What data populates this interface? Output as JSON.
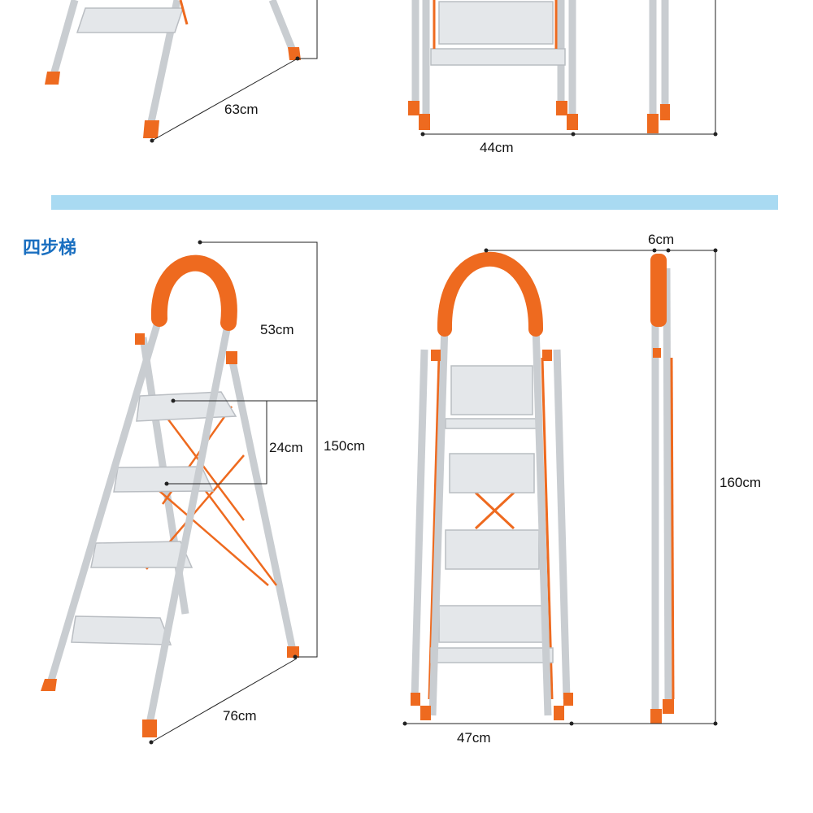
{
  "top_section": {
    "side_depth_label": "63cm",
    "front_width_label": "44cm"
  },
  "bottom_section": {
    "title": "四步梯",
    "arch_height_label": "53cm",
    "step_spacing_label": "24cm",
    "platform_height_label": "150cm",
    "base_depth_label": "76cm",
    "front_width_label": "47cm",
    "folded_thickness_label": "6cm",
    "total_height_label": "160cm"
  },
  "colors": {
    "accent": "#ee6a1f",
    "aluminum": "#c9cdd1",
    "divider": "#a9daf2",
    "title": "#1a6fc0"
  }
}
